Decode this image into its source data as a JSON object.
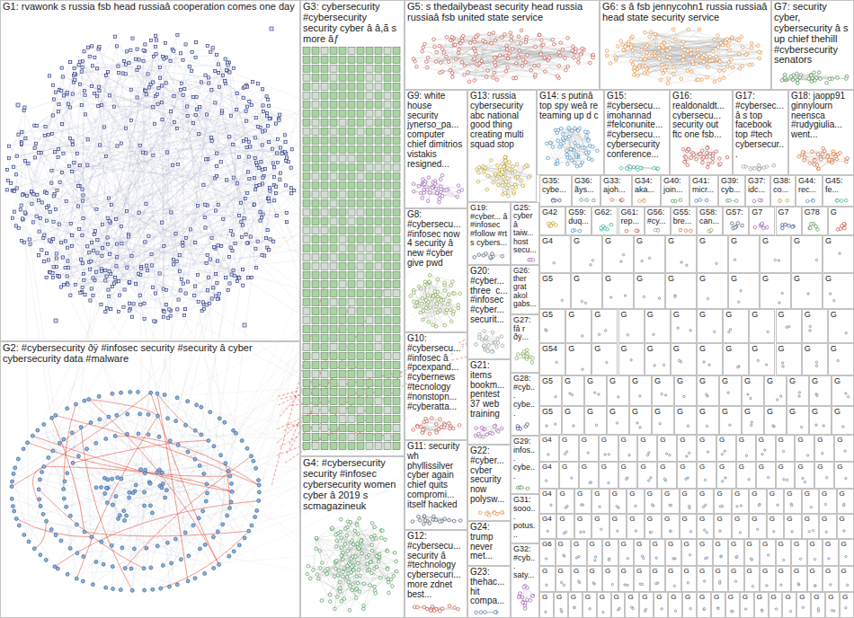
{
  "diagram": {
    "nodes": [
      {
        "text": [
          "G1: rvawonk s russia fsb head russiaâ cooperation comes one day"
        ]
      },
      {
        "text": [
          "G3: cybersecurity #cybersecurity security cyber â â,ã s more âƒ"
        ]
      },
      {
        "text": [
          "G5: s thedailybeast security head russia russiaâ fsb united state service"
        ]
      },
      {
        "text": [
          "G6: s â fsb jennycohn1 russia russiaâ head state security service"
        ]
      },
      {
        "text": [
          "G7: security cyber, cybersecurity â s up chief thehill #cybersecurity senators"
        ]
      },
      {
        "text": [
          "G2: #cybersecurity ðÿ #infosec security #security â cyber cybersecurity data #malware"
        ]
      },
      {
        "text": [
          "G4: #cybersecurity security #infosec cybersecurity women cyber â 2019 s scmagazineuk"
        ]
      },
      {
        "text": [
          "G9: white house security jynerso_pa... computer chief dimitrios vistakis resigned..."
        ]
      },
      {
        "text": [
          "G13: russia cybersecurity abc national good thing creating multi squad stop"
        ]
      },
      {
        "text": [
          "G14: s putinâ top spy weâ re teaming up d c"
        ]
      },
      {
        "text": [
          "G15: #cybersecu... imohannad #felconunite... #cybersecu... cybersecurity conference..."
        ]
      },
      {
        "text": [
          "G16: realdonaldt... cybersecu... security out ftc one fsb..."
        ]
      },
      {
        "text": [
          "G17: #cybersec... â s top facebook top #tech cybersecur..."
        ]
      },
      {
        "text": [
          "G18: jaopp91 ginnylourn neensca #rudygiulia... went..."
        ]
      },
      {
        "text": [
          "G8: #cybersecu... #infosec now 4 security â new #cyber give pwd"
        ]
      },
      {
        "text": [
          "G19: #cyber... â #infosec #follow #rt s cybers..."
        ]
      },
      {
        "text": [
          "G25: cyber â taiw... host secu..."
        ]
      },
      {
        "text": [
          "G35: cybe..."
        ]
      },
      {
        "text": [
          "G36: ãys..."
        ]
      },
      {
        "text": [
          "G33: ajoh..."
        ]
      },
      {
        "text": [
          "G34: aka..."
        ]
      },
      {
        "text": [
          "G40: join..."
        ]
      },
      {
        "text": [
          "G41: micr..."
        ]
      },
      {
        "text": [
          "G39: cyb..."
        ]
      },
      {
        "text": [
          "G37: idc..."
        ]
      },
      {
        "text": [
          "G38: co..."
        ]
      },
      {
        "text": [
          "G44: rec..."
        ]
      },
      {
        "text": [
          "G45: fe..."
        ]
      },
      {
        "text": [
          "G10: #cybersecu... #infosec â #pcexpand... #cybernews #tecnology #nonstopn... #cyberatta..."
        ]
      },
      {
        "text": [
          "G20: #cyber... three_c... #infosec #cyber... securit..."
        ]
      },
      {
        "text": [
          "G26: ther grat akol gabs..."
        ]
      },
      {
        "text": [
          "G27: fâ r ðÿ..."
        ]
      },
      {
        "text": [
          "G11: security wh phyllissilver cyber again chief quits compromi... itself hacked"
        ]
      },
      {
        "text": [
          "G21: items bookm... pentest 37 web training"
        ]
      },
      {
        "text": [
          "G28: #cyb... cybe..."
        ]
      },
      {
        "text": [
          "G29: infos... cybe..."
        ]
      },
      {
        "text": [
          "G12: #cybersecu... security â #technology cybersecuri... more zdnet best..."
        ]
      },
      {
        "text": [
          "G22: #cyber... cyber security now polysw..."
        ]
      },
      {
        "text": [
          "G24: trump never met..."
        ]
      },
      {
        "text": [
          "G23: thehac... hit compa..."
        ]
      },
      {
        "text": [
          "G31: sooo... potus..."
        ]
      },
      {
        "text": [
          "G32: #cyb... saty..."
        ]
      },
      {
        "text": [
          "G42"
        ]
      },
      {
        "text": [
          "G59: duq..."
        ]
      },
      {
        "text": [
          "G62:"
        ]
      },
      {
        "text": [
          "G61: rep..."
        ]
      },
      {
        "text": [
          "G56: #cy..."
        ]
      },
      {
        "text": [
          "G55: bre..."
        ]
      },
      {
        "text": [
          "G58: can..."
        ]
      },
      {
        "text": [
          "G57:"
        ]
      },
      {
        "text": [
          "G7"
        ]
      },
      {
        "text": [
          "G7"
        ]
      },
      {
        "text": [
          "G78"
        ]
      },
      {
        "text": [
          "G"
        ]
      },
      {
        "text": [
          "G4"
        ]
      },
      {
        "text": [
          "G"
        ]
      },
      {
        "text": [
          "G"
        ]
      },
      {
        "text": [
          "G"
        ]
      },
      {
        "text": [
          "G"
        ]
      },
      {
        "text": [
          "G"
        ]
      },
      {
        "text": [
          "G"
        ]
      },
      {
        "text": [
          "G"
        ]
      },
      {
        "text": [
          "G"
        ]
      },
      {
        "text": [
          "G"
        ]
      },
      {
        "text": [
          "G5"
        ]
      },
      {
        "text": [
          "G"
        ]
      },
      {
        "text": [
          "G"
        ]
      },
      {
        "text": [
          "G"
        ]
      },
      {
        "text": [
          "G"
        ]
      },
      {
        "text": [
          "G"
        ]
      },
      {
        "text": [
          "G"
        ]
      },
      {
        "text": [
          "G"
        ]
      },
      {
        "text": [
          "G"
        ]
      },
      {
        "text": [
          "G"
        ]
      },
      {
        "text": [
          "G5"
        ]
      },
      {
        "text": [
          "G"
        ]
      },
      {
        "text": [
          "G"
        ]
      },
      {
        "text": [
          "G"
        ]
      },
      {
        "text": [
          "G"
        ]
      },
      {
        "text": [
          "G"
        ]
      },
      {
        "text": [
          "G"
        ]
      },
      {
        "text": [
          "G"
        ]
      },
      {
        "text": [
          "G"
        ]
      },
      {
        "text": [
          "G"
        ]
      },
      {
        "text": [
          "G"
        ]
      },
      {
        "text": [
          "G"
        ]
      },
      {
        "text": [
          "G54"
        ]
      },
      {
        "text": [
          "G"
        ]
      },
      {
        "text": [
          "G"
        ]
      },
      {
        "text": [
          "G"
        ]
      },
      {
        "text": [
          "G"
        ]
      },
      {
        "text": [
          "G"
        ]
      },
      {
        "text": [
          "G"
        ]
      },
      {
        "text": [
          "G"
        ]
      },
      {
        "text": [
          "G"
        ]
      },
      {
        "text": [
          "G"
        ]
      },
      {
        "text": [
          "G"
        ]
      },
      {
        "text": [
          "G"
        ]
      },
      {
        "text": [
          "G5"
        ]
      },
      {
        "text": [
          "G"
        ]
      },
      {
        "text": [
          "G"
        ]
      },
      {
        "text": [
          "G"
        ]
      },
      {
        "text": [
          "G"
        ]
      },
      {
        "text": [
          "G"
        ]
      },
      {
        "text": [
          "G"
        ]
      },
      {
        "text": [
          "G"
        ]
      },
      {
        "text": [
          "G"
        ]
      },
      {
        "text": [
          "G"
        ]
      },
      {
        "text": [
          "G"
        ]
      },
      {
        "text": [
          "G"
        ]
      },
      {
        "text": [
          "G"
        ]
      },
      {
        "text": [
          "G"
        ]
      },
      {
        "text": [
          "G5"
        ]
      },
      {
        "text": [
          "G"
        ]
      },
      {
        "text": [
          "G"
        ]
      },
      {
        "text": [
          "G"
        ]
      },
      {
        "text": [
          "G"
        ]
      },
      {
        "text": [
          "G"
        ]
      },
      {
        "text": [
          "G"
        ]
      },
      {
        "text": [
          "G"
        ]
      },
      {
        "text": [
          "G"
        ]
      },
      {
        "text": [
          "G"
        ]
      },
      {
        "text": [
          "G"
        ]
      },
      {
        "text": [
          "G"
        ]
      },
      {
        "text": [
          "G"
        ]
      },
      {
        "text": [
          "G"
        ]
      },
      {
        "text": [
          "G4"
        ]
      },
      {
        "text": [
          "G"
        ]
      },
      {
        "text": [
          "G"
        ]
      },
      {
        "text": [
          "G"
        ]
      },
      {
        "text": [
          "G"
        ]
      },
      {
        "text": [
          "G"
        ]
      },
      {
        "text": [
          "G"
        ]
      },
      {
        "text": [
          "G"
        ]
      },
      {
        "text": [
          "G"
        ]
      },
      {
        "text": [
          "G"
        ]
      },
      {
        "text": [
          "G"
        ]
      },
      {
        "text": [
          "G"
        ]
      },
      {
        "text": [
          "G"
        ]
      },
      {
        "text": [
          "G"
        ]
      },
      {
        "text": [
          "G"
        ]
      },
      {
        "text": [
          "G"
        ]
      },
      {
        "text": [
          "G4"
        ]
      },
      {
        "text": [
          "G"
        ]
      },
      {
        "text": [
          "G"
        ]
      },
      {
        "text": [
          "G"
        ]
      },
      {
        "text": [
          "G"
        ]
      },
      {
        "text": [
          "G"
        ]
      },
      {
        "text": [
          "G"
        ]
      },
      {
        "text": [
          "G"
        ]
      },
      {
        "text": [
          "G"
        ]
      },
      {
        "text": [
          "G"
        ]
      },
      {
        "text": [
          "G"
        ]
      },
      {
        "text": [
          "G"
        ]
      },
      {
        "text": [
          "G"
        ]
      },
      {
        "text": [
          "G"
        ]
      },
      {
        "text": [
          "G"
        ]
      },
      {
        "text": [
          "G"
        ]
      },
      {
        "text": [
          "G4"
        ]
      },
      {
        "text": [
          "G"
        ]
      },
      {
        "text": [
          "G"
        ]
      },
      {
        "text": [
          "G"
        ]
      },
      {
        "text": [
          "G"
        ]
      },
      {
        "text": [
          "G"
        ]
      },
      {
        "text": [
          "G"
        ]
      },
      {
        "text": [
          "G"
        ]
      },
      {
        "text": [
          "G"
        ]
      },
      {
        "text": [
          "G"
        ]
      },
      {
        "text": [
          "G"
        ]
      },
      {
        "text": [
          "G"
        ]
      },
      {
        "text": [
          "G"
        ]
      },
      {
        "text": [
          "G"
        ]
      },
      {
        "text": [
          "G"
        ]
      },
      {
        "text": [
          "G"
        ]
      },
      {
        "text": [
          "G"
        ]
      },
      {
        "text": [
          "G"
        ]
      },
      {
        "text": [
          "G4"
        ]
      },
      {
        "text": [
          "G"
        ]
      },
      {
        "text": [
          "G"
        ]
      },
      {
        "text": [
          "G"
        ]
      },
      {
        "text": [
          "G"
        ]
      },
      {
        "text": [
          "G"
        ]
      },
      {
        "text": [
          "G"
        ]
      },
      {
        "text": [
          "G"
        ]
      },
      {
        "text": [
          "G"
        ]
      },
      {
        "text": [
          "G"
        ]
      },
      {
        "text": [
          "G"
        ]
      },
      {
        "text": [
          "G"
        ]
      },
      {
        "text": [
          "G"
        ]
      },
      {
        "text": [
          "G"
        ]
      },
      {
        "text": [
          "G"
        ]
      },
      {
        "text": [
          "G"
        ]
      },
      {
        "text": [
          "G"
        ]
      },
      {
        "text": [
          "G"
        ]
      },
      {
        "text": [
          "G6"
        ]
      },
      {
        "text": [
          "G"
        ]
      },
      {
        "text": [
          "G"
        ]
      },
      {
        "text": [
          "G"
        ]
      },
      {
        "text": [
          "G"
        ]
      },
      {
        "text": [
          "G"
        ]
      },
      {
        "text": [
          "G"
        ]
      },
      {
        "text": [
          "G"
        ]
      },
      {
        "text": [
          "G"
        ]
      },
      {
        "text": [
          "G"
        ]
      },
      {
        "text": [
          "G"
        ]
      },
      {
        "text": [
          "G"
        ]
      },
      {
        "text": [
          "G"
        ]
      },
      {
        "text": [
          "G"
        ]
      },
      {
        "text": [
          "G"
        ]
      },
      {
        "text": [
          "G"
        ]
      },
      {
        "text": [
          "G"
        ]
      },
      {
        "text": [
          "G"
        ]
      },
      {
        "text": [
          "G"
        ]
      },
      {
        "text": [
          "G"
        ]
      },
      {
        "text": [
          "G"
        ]
      },
      {
        "text": [
          "G"
        ]
      },
      {
        "text": [
          "G"
        ]
      },
      {
        "text": [
          "G"
        ]
      },
      {
        "text": [
          "G"
        ]
      },
      {
        "text": [
          "G"
        ]
      },
      {
        "text": [
          "G"
        ]
      },
      {
        "text": [
          "G"
        ]
      },
      {
        "text": [
          "G"
        ]
      },
      {
        "text": [
          "G"
        ]
      },
      {
        "text": [
          "G"
        ]
      },
      {
        "text": [
          "G"
        ]
      },
      {
        "text": [
          "G"
        ]
      },
      {
        "text": [
          "G"
        ]
      },
      {
        "text": [
          "G"
        ]
      },
      {
        "text": [
          "G"
        ]
      },
      {
        "text": [
          "G"
        ]
      },
      {
        "text": [
          "G"
        ]
      },
      {
        "text": [
          "G"
        ]
      },
      {
        "text": [
          "G"
        ]
      },
      {
        "text": [
          "G"
        ]
      },
      {
        "text": [
          "G"
        ]
      },
      {
        "text": [
          "G"
        ]
      },
      {
        "text": [
          "G"
        ]
      },
      {
        "text": [
          "G"
        ]
      },
      {
        "text": [
          "G"
        ]
      },
      {
        "text": [
          "G"
        ]
      },
      {
        "text": [
          "G"
        ]
      },
      {
        "text": [
          "G"
        ]
      },
      {
        "text": [
          "G"
        ]
      },
      {
        "text": [
          "G"
        ]
      },
      {
        "text": [
          "G"
        ]
      },
      {
        "text": [
          "G"
        ]
      },
      {
        "text": [
          "G"
        ]
      },
      {
        "text": [
          "G"
        ]
      },
      {
        "text": [
          "G"
        ]
      },
      {
        "text": [
          "G"
        ]
      },
      {
        "text": [
          "G"
        ]
      },
      {
        "text": [
          "G"
        ]
      },
      {
        "text": [
          "G"
        ]
      },
      {
        "text": [
          "G"
        ]
      },
      {
        "text": [
          "G"
        ]
      }
    ]
  }
}
